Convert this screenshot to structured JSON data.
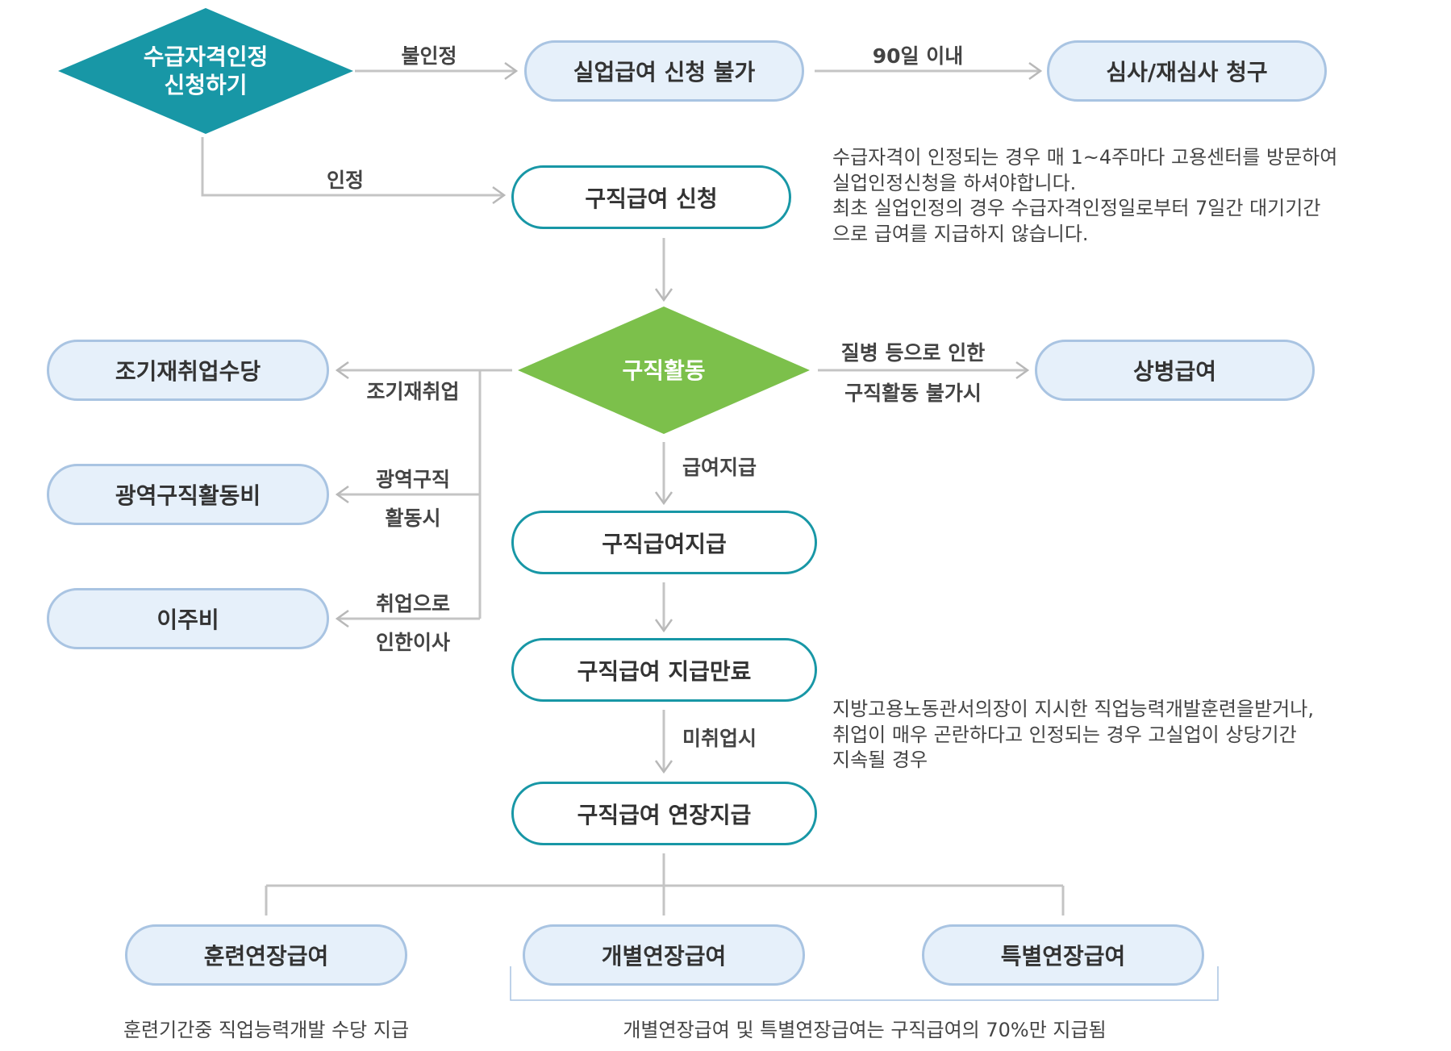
{
  "nodes": {
    "apply_eligibility": "수급자격인정\n신청하기",
    "unemployment_not_allowed": "실업급여 신청 불가",
    "review_request": "심사/재심사 청구",
    "jobseeking_apply": "구직급여 신청",
    "job_search": "구직활동",
    "early_reemployment_allowance": "조기재취업수당",
    "sickness_benefit": "상병급여",
    "wide_area_job_search_cost": "광역구직활동비",
    "moving_cost": "이주비",
    "jobseeking_payment": "구직급여지급",
    "jobseeking_payment_end": "구직급여 지급만료",
    "jobseeking_extension": "구직급여 연장지급",
    "training_extension": "훈련연장급여",
    "individual_extension": "개별연장급여",
    "special_extension": "특별연장급여"
  },
  "edge_labels": {
    "not_approved": "불인정",
    "within_90_days": "90일 이내",
    "approved": "인정",
    "illness_1": "질병 등으로 인한",
    "illness_2": "구직활동 불가시",
    "early_reemployment": "조기재취업",
    "wide_area_1": "광역구직",
    "wide_area_2": "활동시",
    "moving_1": "취업으로",
    "moving_2": "인한이사",
    "benefit_payment": "급여지급",
    "not_employed": "미취업시"
  },
  "notes": {
    "apply_note": [
      "수급자격이 인정되는 경우 매 1~4주마다 고용센터를 방문하여",
      "실업인정신청을 하셔야합니다.",
      "최초 실업인정의 경우 수급자격인정일로부터 7일간 대기기간",
      "으로 급여를 지급하지 않습니다."
    ],
    "extension_note": [
      "지방고용노동관서의장이 지시한 직업능력개발훈련을받거나,",
      "취업이 매우 곤란하다고 인정되는 경우 고실업이 상당기간",
      "지속될 경우"
    ],
    "training_note": "훈련기간중 직업능력개발 수당 지급",
    "rate_note": "개별연장급여 및 특별연장급여는 구직급여의 70%만 지급됨"
  },
  "colors": {
    "teal": "#1897a6",
    "green": "#7cc04b",
    "pill_fill": "#e6f0fa",
    "pill_border": "#a9c4e2",
    "line": "#c4c4c4"
  }
}
